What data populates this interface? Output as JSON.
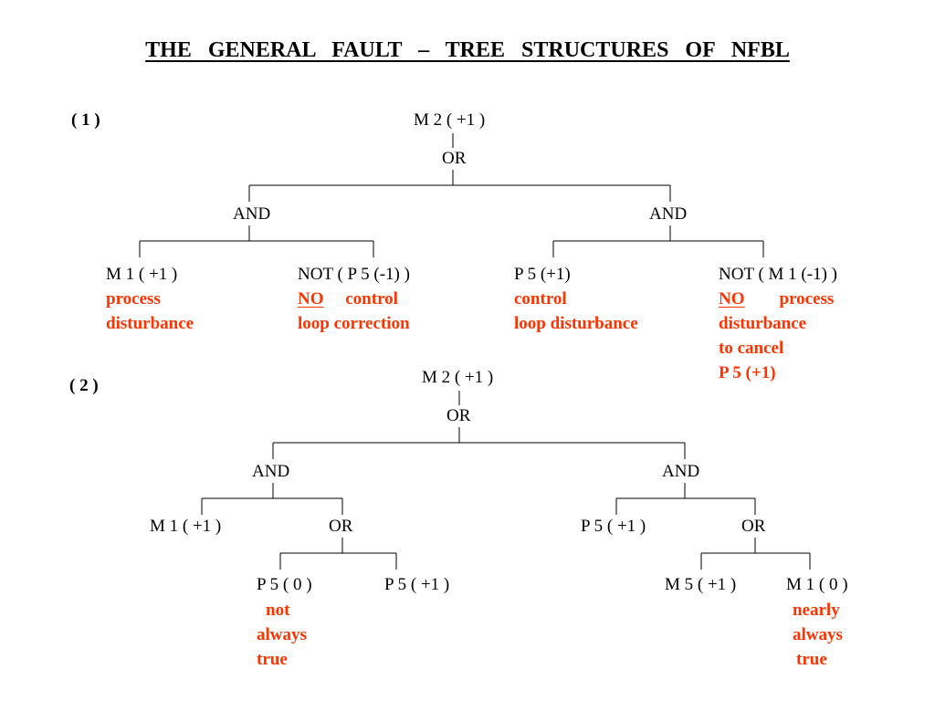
{
  "title": "THE   GENERAL   FAULT – TREE   STRUCTURES   OF   NFBL",
  "tree1": {
    "label": "( 1 )",
    "top": "M 2 ( +1 )",
    "gate": "OR",
    "and_left": "AND",
    "and_right": "AND",
    "leaves": [
      {
        "name": "M 1 ( +1 )",
        "desc": [
          "process",
          "disturbance"
        ]
      },
      {
        "name": "NOT ( P 5 (-1) )",
        "desc_lead": "NO",
        "desc": [
          "control",
          "loop   correction"
        ]
      },
      {
        "name": "P 5 (+1)",
        "desc": [
          "control",
          "loop   disturbance"
        ]
      },
      {
        "name": "NOT ( M 1 (-1) )",
        "desc_lead": "NO",
        "desc": [
          "process",
          "disturbance",
          "to   cancel",
          "P 5 (+1)"
        ]
      }
    ]
  },
  "tree2": {
    "label": "( 2 )",
    "top": "M 2 ( +1 )",
    "gate": "OR",
    "and_left": "AND",
    "and_right": "AND",
    "left_leaf": "M 1 ( +1 )",
    "left_or": "OR",
    "right_leaf": "P 5 ( +1 )",
    "right_or": "OR",
    "leaves": [
      {
        "name": "P 5 ( 0 )",
        "desc": [
          "not",
          "always",
          "true"
        ]
      },
      {
        "name": "P 5 ( +1 )"
      },
      {
        "name": "M 5 ( +1 )"
      },
      {
        "name": "M 1 ( 0 )",
        "desc": [
          "nearly",
          "always",
          "true"
        ]
      }
    ]
  },
  "colors": {
    "text": "#000000",
    "highlight": "#ff3300",
    "background": "#ffffff"
  }
}
